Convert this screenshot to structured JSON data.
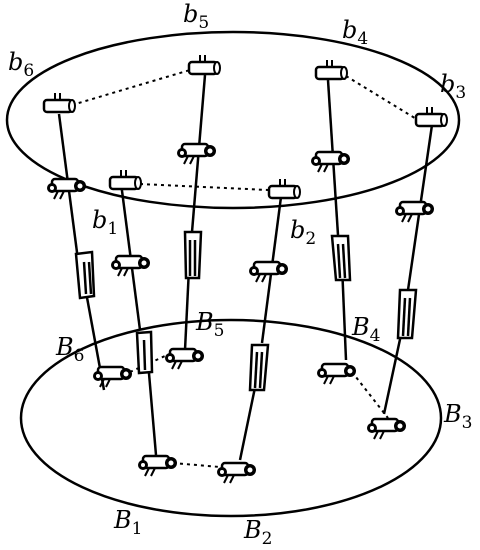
{
  "labels": {
    "b1": {
      "base": "b",
      "sub": "1"
    },
    "b2": {
      "base": "b",
      "sub": "2"
    },
    "b3": {
      "base": "b",
      "sub": "3"
    },
    "b4": {
      "base": "b",
      "sub": "4"
    },
    "b5": {
      "base": "b",
      "sub": "5"
    },
    "b6": {
      "base": "b",
      "sub": "6"
    },
    "B1": {
      "base": "B",
      "sub": "1"
    },
    "B2": {
      "base": "B",
      "sub": "2"
    },
    "B3": {
      "base": "B",
      "sub": "3"
    },
    "B4": {
      "base": "B",
      "sub": "4"
    },
    "B5": {
      "base": "B",
      "sub": "5"
    },
    "B6": {
      "base": "B",
      "sub": "6"
    }
  }
}
